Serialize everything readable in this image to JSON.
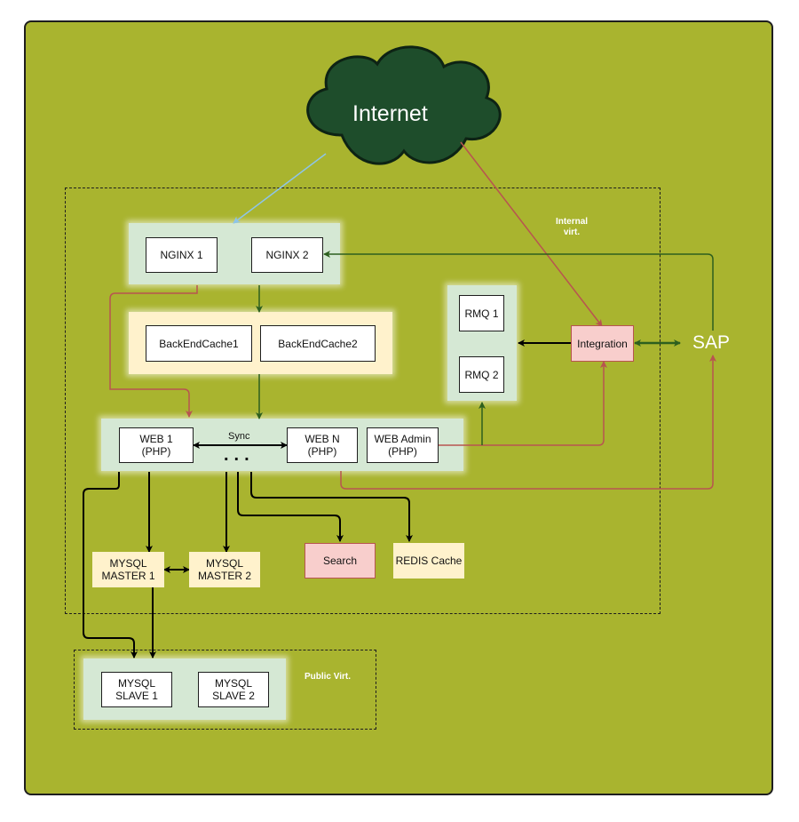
{
  "diagram": {
    "cloud": {
      "label": "Internet"
    },
    "zones": {
      "internal": "Internal\nvirt.",
      "public": "Public Virt."
    },
    "external": {
      "sap": "SAP"
    },
    "nodes": {
      "nginx1": "NGINX 1",
      "nginx2": "NGINX 2",
      "cache1": "BackEndCache1",
      "cache2": "BackEndCache2",
      "rmq1": "RMQ 1",
      "rmq2": "RMQ 2",
      "integration": "Integration",
      "web1": "WEB 1\n(PHP)",
      "webn": "WEB N\n(PHP)",
      "webadmin": "WEB Admin\n(PHP)",
      "master1": "MYSQL\nMASTER 1",
      "master2": "MYSQL\nMASTER 2",
      "search": "Search",
      "redis": "REDIS Cache",
      "slave1": "MYSQL\nSLAVE 1",
      "slave2": "MYSQL\nSLAVE 2"
    },
    "edge_labels": {
      "sync": "Sync",
      "ellipsis": "..."
    },
    "colors": {
      "background": "#a9b42f",
      "cloud_fill": "#1e4d2b",
      "green_group": "#d5e8d4",
      "yellow": "#fff2cc",
      "pink": "#f8cecc",
      "edge_black": "#000000",
      "edge_green": "#2d5f1e",
      "edge_red": "#b85450",
      "edge_blue": "#8ec5e8"
    }
  }
}
